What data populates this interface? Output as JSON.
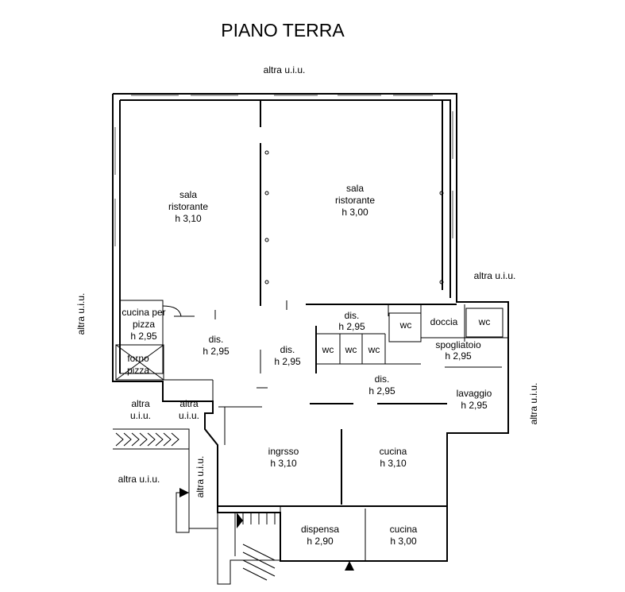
{
  "title": "PIANO TERRA",
  "neighbors": {
    "top": "altra u.i.u.",
    "right_upper": "altra u.i.u.",
    "left": "altra u.i.u.",
    "right_lower": "altra u.i.u.",
    "bottom_left": "altra u.i.u.",
    "stair_side": "altra u.i.u."
  },
  "rooms": {
    "sala1": {
      "name": "sala",
      "name2": "ristorante",
      "height": "h 3,10"
    },
    "sala2": {
      "name": "sala",
      "name2": "ristorante",
      "height": "h 3,00"
    },
    "cucina_pizza": {
      "name": "cucina per",
      "name2": "pizza",
      "height": "h 2,95"
    },
    "forno": {
      "name": "forno",
      "name2": "pizza"
    },
    "dis_left": {
      "name": "dis.",
      "height": "h 2,95"
    },
    "dis_center": {
      "name": "dis.",
      "height": "h 2,95"
    },
    "dis_wc": {
      "name": "dis.",
      "height": "h 2,95"
    },
    "wc1": {
      "name": "wc"
    },
    "wc2": {
      "name": "wc"
    },
    "wc3": {
      "name": "wc"
    },
    "wc4": {
      "name": "wc"
    },
    "wc5": {
      "name": "wc"
    },
    "doccia": {
      "name": "doccia"
    },
    "spogliatoio": {
      "name": "spogliatoio",
      "height": "h 2,95"
    },
    "dis_lower": {
      "name": "dis.",
      "height": "h 2,95"
    },
    "lavaggio": {
      "name": "lavaggio",
      "height": "h 2,95"
    },
    "altra1": {
      "name": "altra",
      "name2": "u.i.u."
    },
    "altra2": {
      "name": "altra",
      "name2": "u.i.u."
    },
    "ingresso": {
      "name": "ingrsso",
      "height": "h 3,10"
    },
    "cucina_main": {
      "name": "cucina",
      "height": "h 3,10"
    },
    "dispensa": {
      "name": "dispensa",
      "height": "h 2,90"
    },
    "cucina_small": {
      "name": "cucina",
      "height": "h 3,00"
    }
  }
}
